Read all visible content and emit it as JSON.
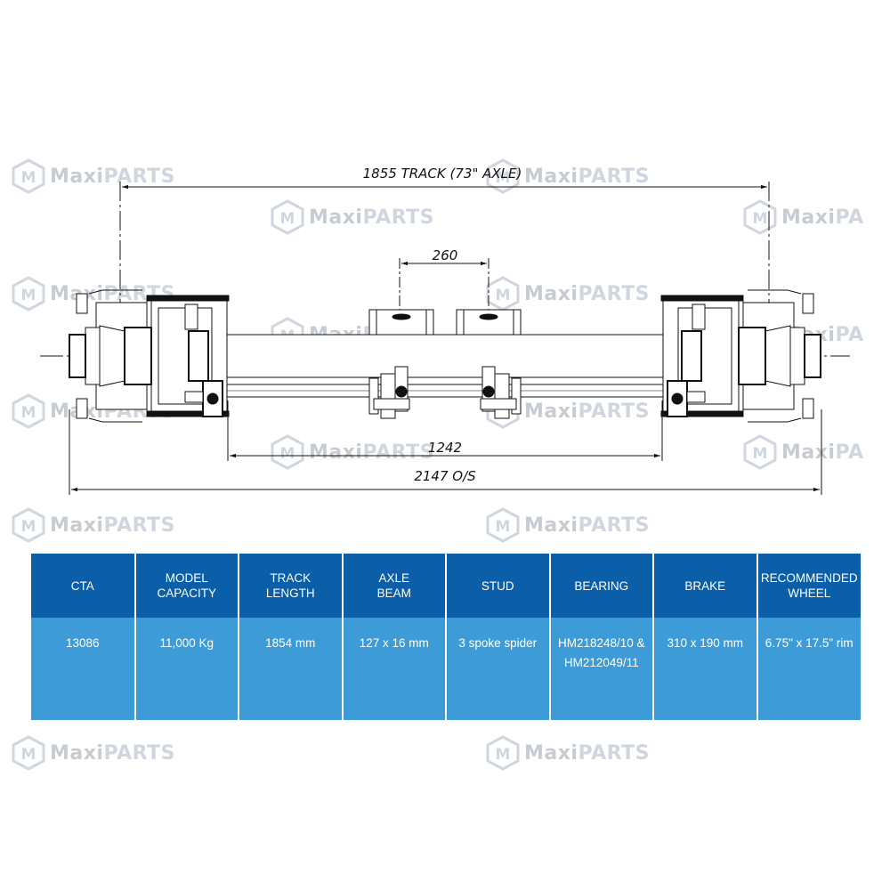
{
  "watermark": {
    "brand_a": "Maxi",
    "brand_b": "PARTS",
    "brand_partial": "PA"
  },
  "dimensions": {
    "track": "1855 TRACK (73\" AXLE)",
    "center": "260",
    "spring_centers": "1242",
    "overall": "2147 O/S"
  },
  "table": {
    "headers": [
      "CTA",
      "MODEL\nCAPACITY",
      "TRACK\nLENGTH",
      "AXLE\nBEAM",
      "STUD",
      "BEARING",
      "BRAKE",
      "RECOMMENDED\nWHEEL"
    ],
    "row": [
      "13086",
      "11,000 Kg",
      "1854 mm",
      "127 x 16 mm",
      "3 spoke spider",
      "HM218248/10 &\nHM212049/11",
      "310 x 190 mm",
      "6.75\" x 17.5\" rim"
    ]
  },
  "colors": {
    "header_bg": "#0b5fa8",
    "row_bg": "#3d9bd8",
    "line": "#111111"
  }
}
